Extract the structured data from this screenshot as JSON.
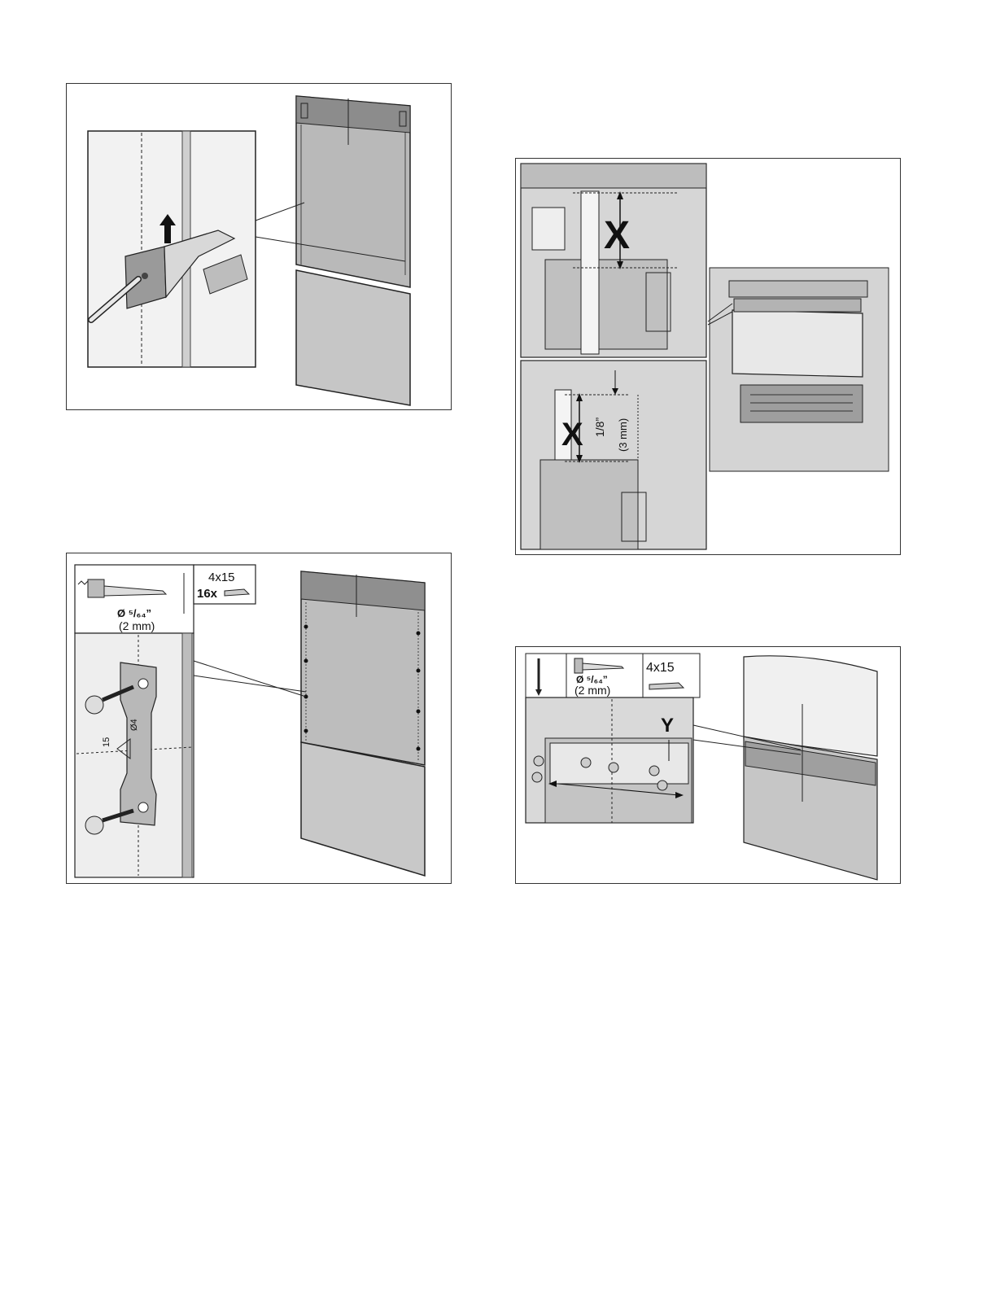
{
  "figures": {
    "fig1": {},
    "fig2": {
      "screw_spec": "4x15",
      "screw_count": "16x",
      "drill_diameter": "Ø ⁵/₆₄”",
      "drill_metric": "(2 mm)",
      "bracket_marks": {
        "a": "15",
        "b": "Ø4"
      }
    },
    "fig3": {
      "x_label_top": "X",
      "x_label_bottom": "X",
      "offset_imperial": "1/8”",
      "offset_metric": "(3 mm)"
    },
    "fig4": {
      "drill_diameter": "Ø ⁵/₆₄”",
      "drill_metric": "(2 mm)",
      "screw_spec": "4x15",
      "y_label": "Y"
    }
  }
}
